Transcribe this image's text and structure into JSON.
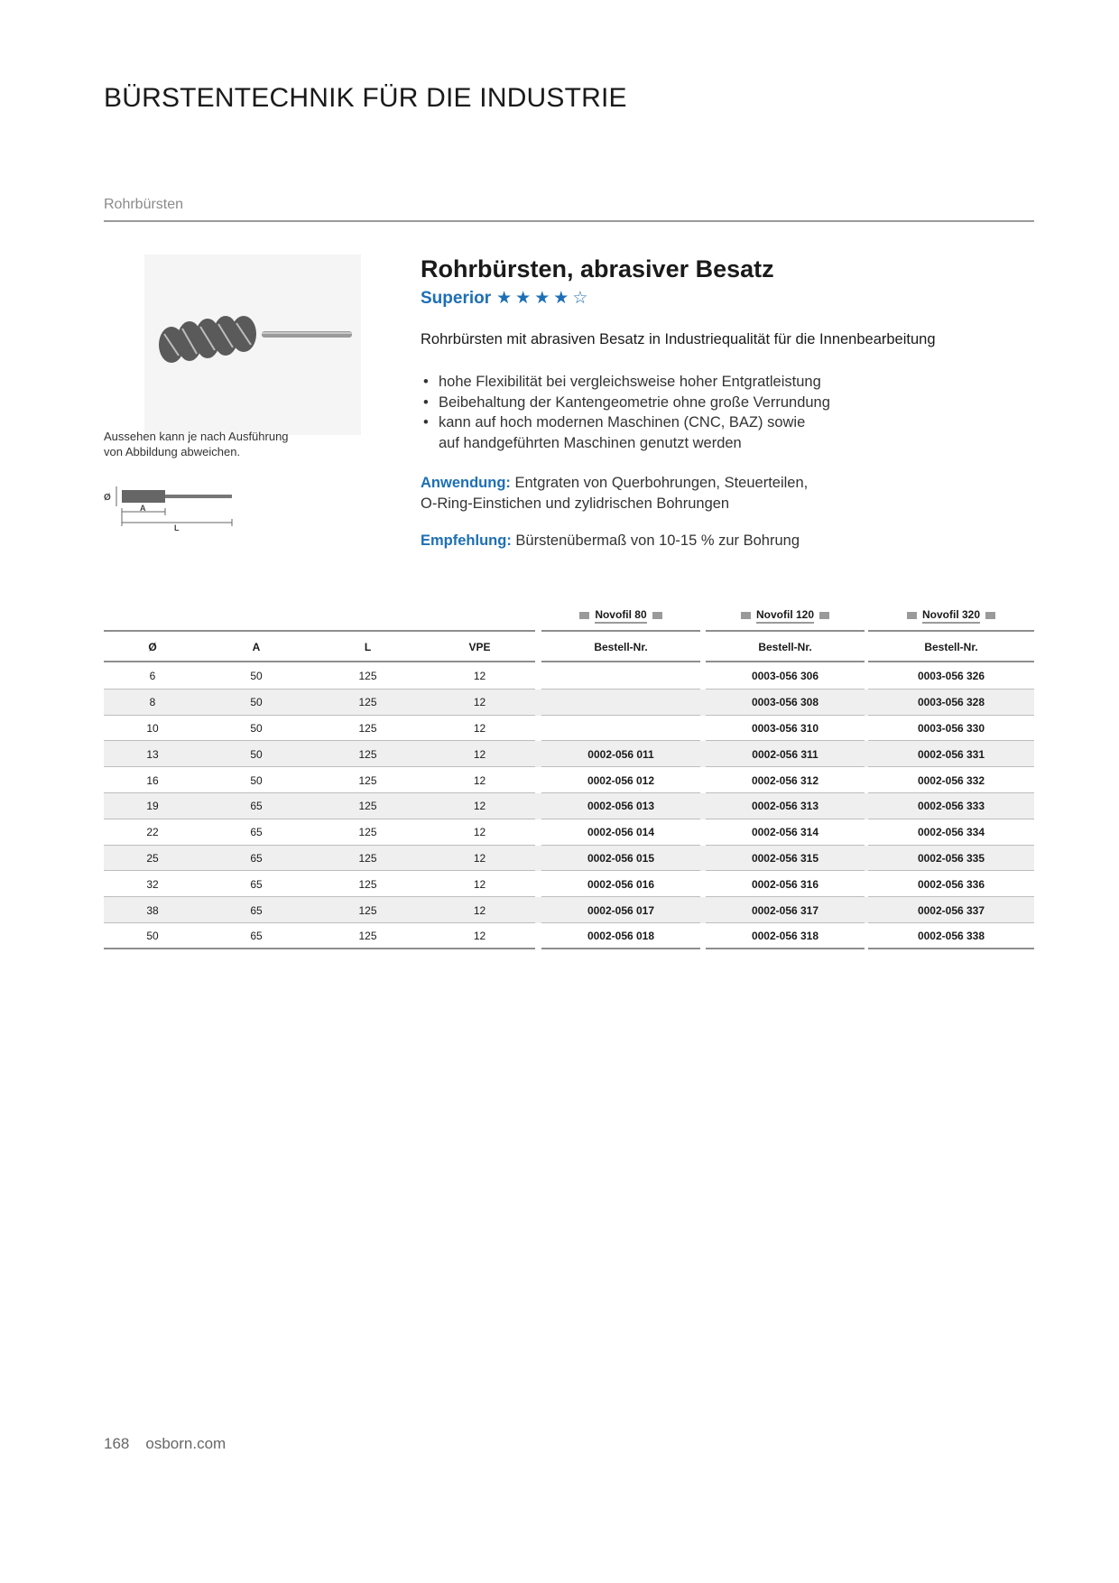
{
  "header": {
    "title": "BÜRSTENTECHNIK FÜR DIE INDUSTRIE",
    "section": "Rohrbürsten"
  },
  "image": {
    "note_line1": "Aussehen kann je nach Ausführung",
    "note_line2": "von Abbildung abweichen.",
    "dim_labels": {
      "diameter": "Ø",
      "a": "A",
      "l": "L"
    }
  },
  "product": {
    "title": "Rohrbürsten, abrasiver Besatz",
    "quality_label": "Superior",
    "rating": {
      "filled": 4,
      "total": 5
    },
    "description": "Rohrbürsten mit abrasiven Besatz in Industriequalität für die Innenbearbeitung",
    "features": [
      "hohe Flexibilität bei vergleichsweise hoher Entgratleistung",
      "Beibehaltung der Kantengeometrie ohne große Verrundung",
      "kann auf hoch modernen Maschinen (CNC, BAZ) sowie",
      "auf handgeführten Maschinen genutzt werden"
    ],
    "usage_label": "Anwendung:",
    "usage_line1": "Entgraten von Querbohrungen, Steuerteilen,",
    "usage_line2": "O-Ring-Einstichen und zylidrischen Bohrungen",
    "recommendation_label": "Empfehlung:",
    "recommendation_text": "Bürstenübermaß von 10-15 % zur Bohrung"
  },
  "table": {
    "groups": [
      "Novofil 80",
      "Novofil 120",
      "Novofil 320"
    ],
    "columns": [
      "Ø",
      "A",
      "L",
      "VPE",
      "Bestell-Nr.",
      "Bestell-Nr.",
      "Bestell-Nr."
    ],
    "rows": [
      [
        "6",
        "50",
        "125",
        "12",
        "",
        "0003-056 306",
        "0003-056 326"
      ],
      [
        "8",
        "50",
        "125",
        "12",
        "",
        "0003-056 308",
        "0003-056 328"
      ],
      [
        "10",
        "50",
        "125",
        "12",
        "",
        "0003-056 310",
        "0003-056 330"
      ],
      [
        "13",
        "50",
        "125",
        "12",
        "0002-056 011",
        "0002-056 311",
        "0002-056 331"
      ],
      [
        "16",
        "50",
        "125",
        "12",
        "0002-056 012",
        "0002-056 312",
        "0002-056 332"
      ],
      [
        "19",
        "65",
        "125",
        "12",
        "0002-056 013",
        "0002-056 313",
        "0002-056 333"
      ],
      [
        "22",
        "65",
        "125",
        "12",
        "0002-056 014",
        "0002-056 314",
        "0002-056 334"
      ],
      [
        "25",
        "65",
        "125",
        "12",
        "0002-056 015",
        "0002-056 315",
        "0002-056 335"
      ],
      [
        "32",
        "65",
        "125",
        "12",
        "0002-056 016",
        "0002-056 316",
        "0002-056 336"
      ],
      [
        "38",
        "65",
        "125",
        "12",
        "0002-056 017",
        "0002-056 317",
        "0002-056 337"
      ],
      [
        "50",
        "65",
        "125",
        "12",
        "0002-056 018",
        "0002-056 318",
        "0002-056 338"
      ]
    ]
  },
  "footer": {
    "page_number": "168",
    "website": "osborn.com"
  },
  "colors": {
    "accent": "#1d6fb5",
    "rule": "#9a9a9a",
    "row_alt": "#efefef"
  },
  "icons": {
    "star_filled": "star-filled-icon",
    "star_empty": "star-empty-icon"
  }
}
